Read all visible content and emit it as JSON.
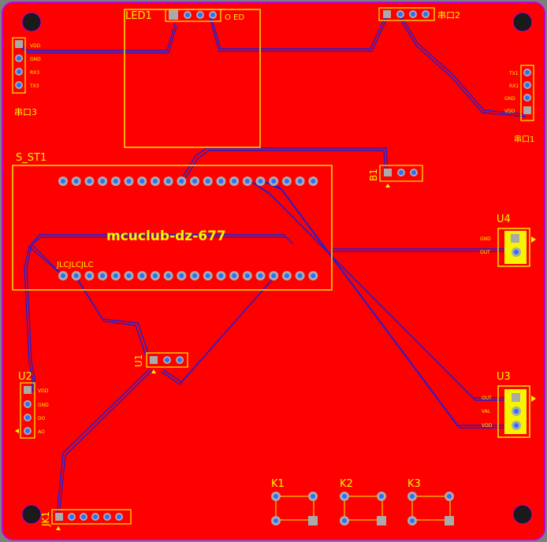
{
  "board": {
    "background_color": "#ff0000",
    "outline_color": "#c800c8",
    "silkscreen_color": "#f5f500",
    "trace_color": "#2020d0",
    "pad_color": "#b0b0b0",
    "brand_text": "mcuclub-dz-677"
  },
  "designators": {
    "led1": "LED1",
    "led1_side": "O ED",
    "uart2": "串口2",
    "uart1": "串口1",
    "uart3": "串口3",
    "s_st1": "S_ST1",
    "b1": "B1",
    "u4": "U4",
    "u3": "U3",
    "u2": "U2",
    "u1": "U1",
    "jk1": "JK1",
    "k1": "K1",
    "k2": "K2",
    "k3": "K3",
    "mcu_lower_label": "JLCJLCJLC"
  },
  "pin_labels": {
    "u4": [
      "GND",
      "OUT"
    ],
    "u3": [
      "OUT",
      "VAL",
      "VDD"
    ],
    "u2": [
      "VDD",
      "GND",
      "DO",
      "AO"
    ],
    "uart1": [
      "TX1",
      "RX1",
      "GND",
      "VDD"
    ],
    "uart3": [
      "VDD",
      "GND",
      "RX3",
      "TX3"
    ]
  }
}
